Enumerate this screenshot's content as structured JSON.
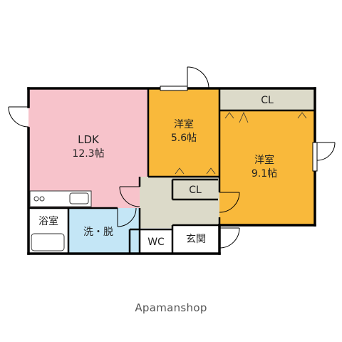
{
  "rooms": {
    "ldk": {
      "name": "LDK",
      "size": "12.3帖"
    },
    "western_room_1": {
      "name": "洋室",
      "size": "5.6帖"
    },
    "western_room_2": {
      "name": "洋室",
      "size": "9.1帖"
    },
    "closet_top": {
      "name": "CL"
    },
    "closet_small": {
      "name": "CL"
    },
    "bathroom": {
      "name": "浴室"
    },
    "washroom": {
      "name": "洗・脱"
    },
    "toilet": {
      "name": "WC"
    },
    "entrance": {
      "name": "玄関"
    }
  },
  "brand": "Apamanshop",
  "colors": {
    "ldk": "#F7C3CB",
    "western": "#F9B93B",
    "washroom": "#C4E6F6",
    "closet": "#DCDAC9",
    "hallway": "#DCDAC9",
    "wall": "#000000"
  }
}
